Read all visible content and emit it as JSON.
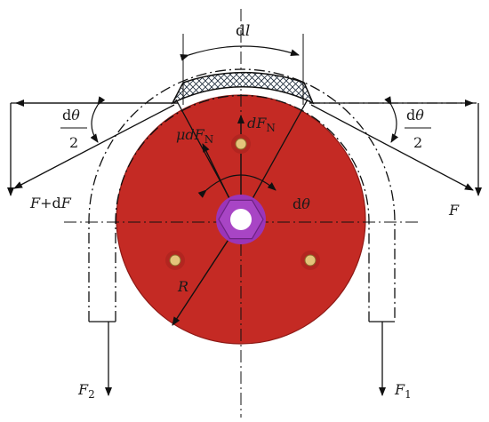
{
  "labels": {
    "dl_d": "d",
    "dl_l": "l",
    "dtheta_left_num_d": "d",
    "dtheta_left_num_t": "θ",
    "dtheta_left_den": "2",
    "dtheta_right_num_d": "d",
    "dtheta_right_num_t": "θ",
    "dtheta_right_den": "2",
    "dfn_d": "dF",
    "dfn_sub": "N",
    "mudfn_mu": "μ",
    "mudfn_d": "dF",
    "mudfn_sub": "N",
    "dtheta_center_d": "d",
    "dtheta_center_t": "θ",
    "f_plus_df_f": "F",
    "f_plus_df_op": "+d",
    "f_plus_df_f2": "F",
    "f_right": "F",
    "r": "R",
    "f2_f": "F",
    "f2_sub": "2",
    "f1_f": "F",
    "f1_sub": "1"
  },
  "colors": {
    "wheel": "#c42a24",
    "wheel_edge": "#8e1a16",
    "hub": "#9b35b8",
    "hub_hole": "#ffffff",
    "bolt": "#e4c37a",
    "line": "#111111"
  }
}
